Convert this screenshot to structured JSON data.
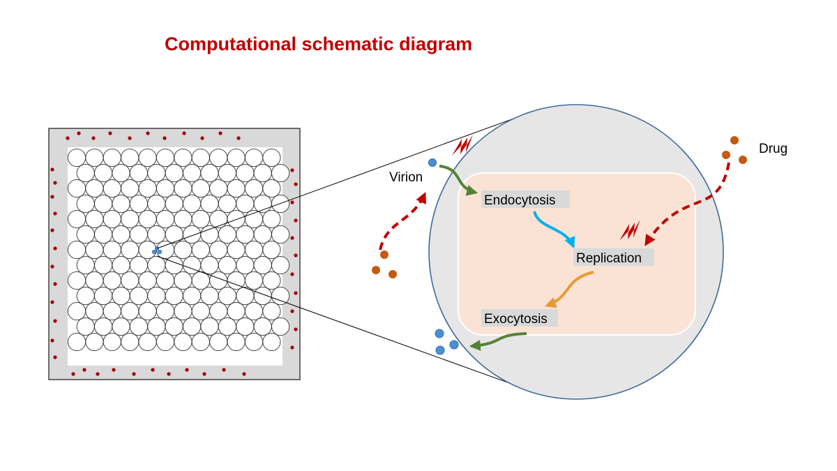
{
  "title": "Computational schematic diagram",
  "labels": {
    "virion": "Virion",
    "drug": "Drug",
    "endocytosis": "Endocytosis",
    "replication": "Replication",
    "exocytosis": "Exocytosis"
  },
  "grid": {
    "rows": 13,
    "cols": 12
  },
  "colors": {
    "title": "#c00000",
    "virion": "#4a90d0",
    "drug": "#c55a11",
    "drug_path": "#c00000",
    "inhibition_bolt": "#c00000",
    "endocytosis_arrow": "#548235",
    "replication_arrow": "#00b0f0",
    "exocytosis_arrow": "#e69b35",
    "cell_fill": "#e6e6e6",
    "cell_outline": "#3d6a99",
    "cytoplasm_fill": "#fae3d5",
    "label_bg": "#d9d9d9",
    "dots": "#a00000"
  }
}
